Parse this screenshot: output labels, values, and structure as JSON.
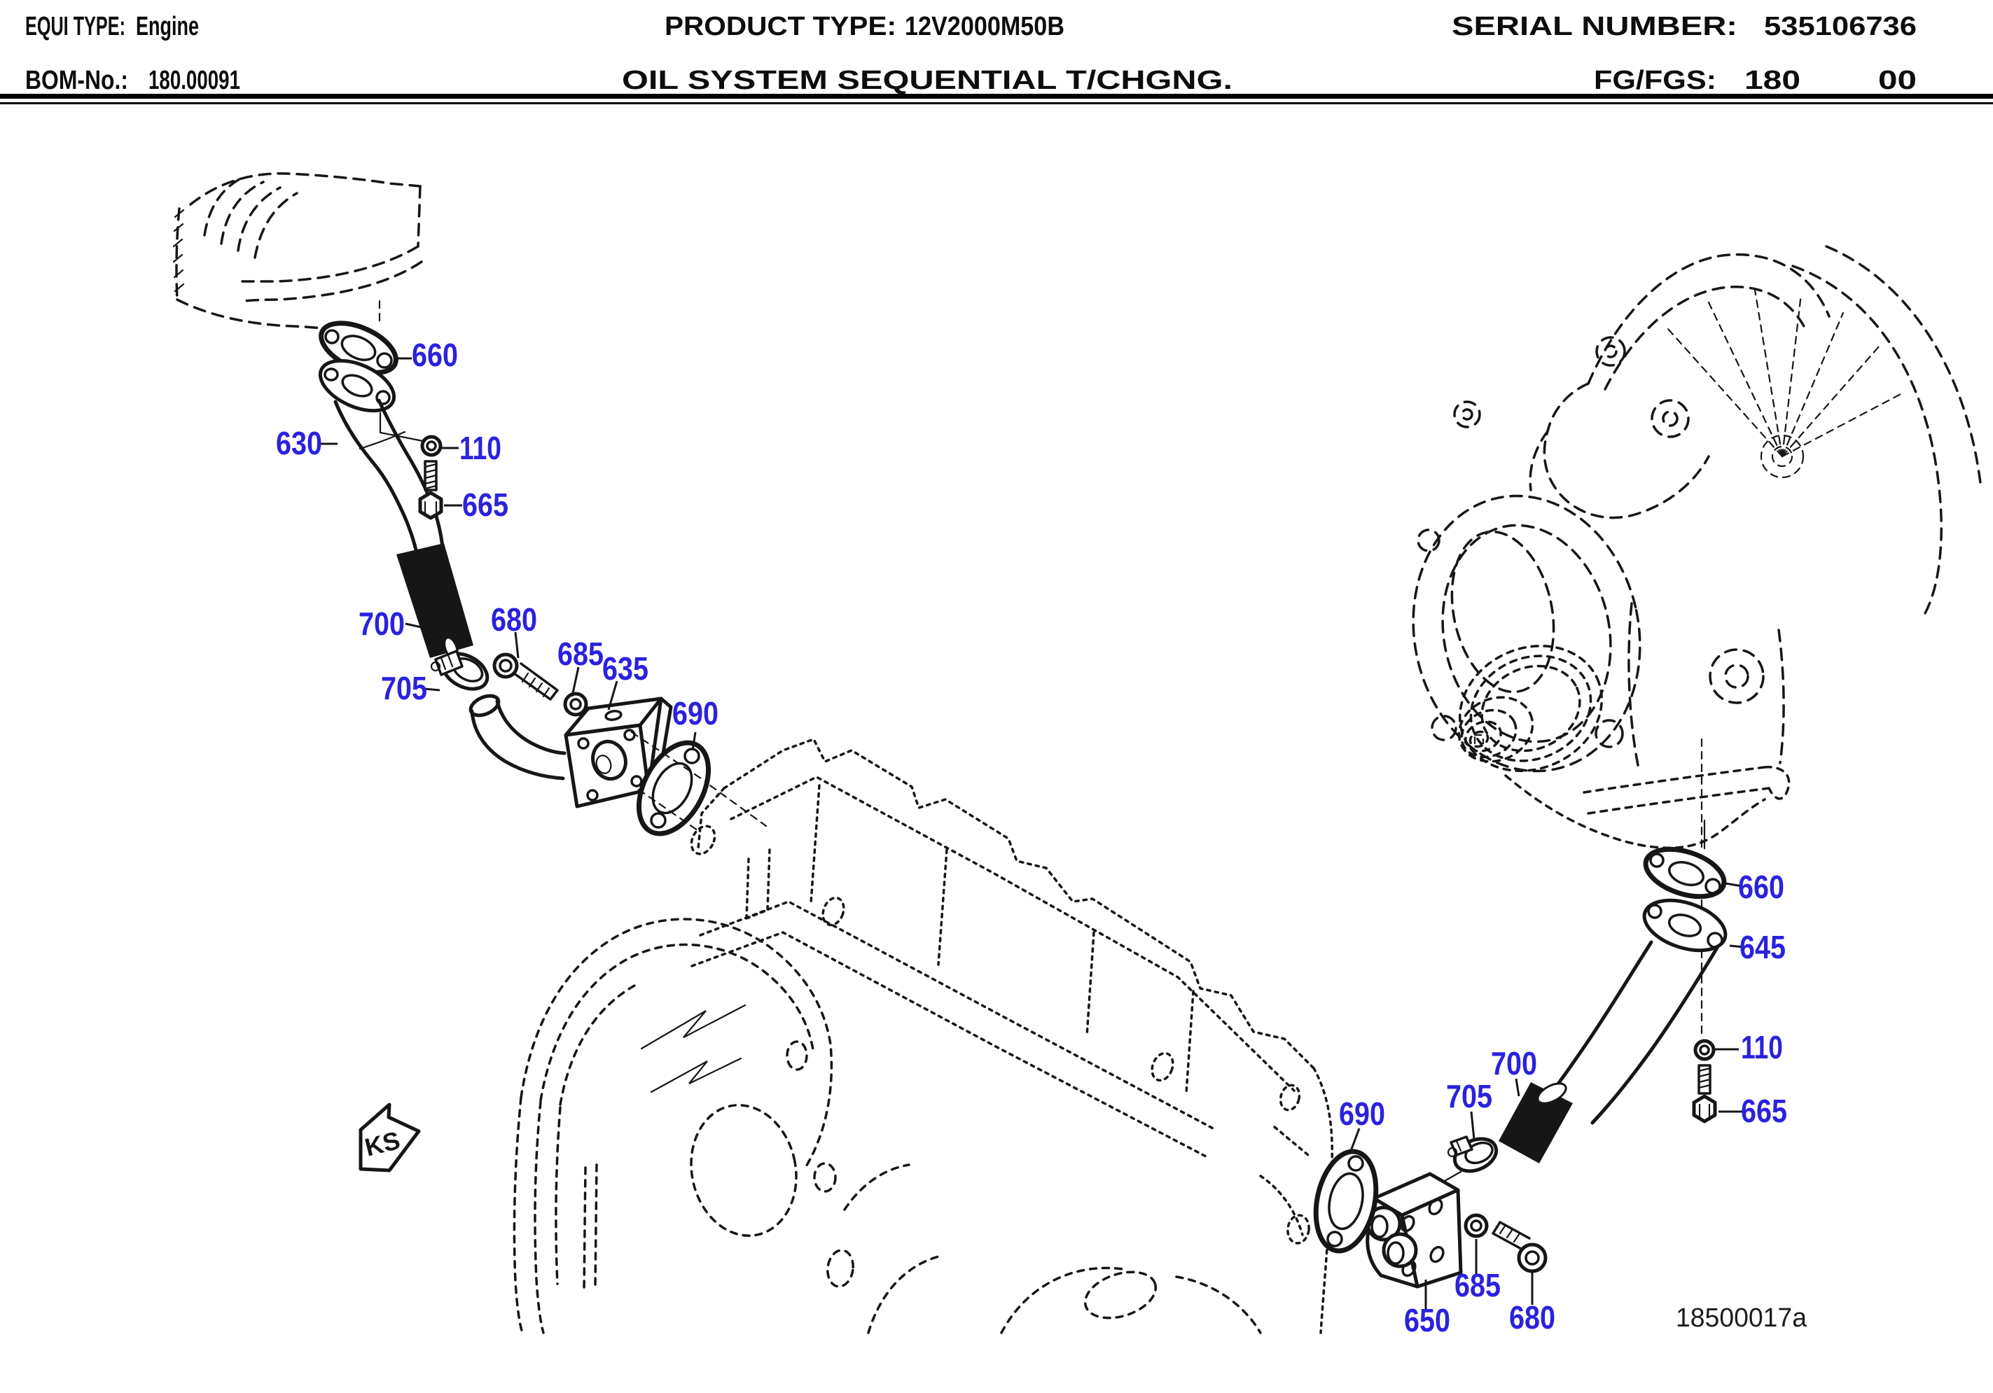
{
  "header": {
    "equi_type_label": "EQUI TYPE:",
    "equi_type_value": "Engine",
    "product_type_label": "PRODUCT TYPE:",
    "product_type_value": "12V2000M50B",
    "serial_number_label": "SERIAL NUMBER:",
    "serial_number_value": "535106736",
    "bom_label": "BOM-No.:",
    "bom_value": "180.00091",
    "subtitle": "OIL SYSTEM SEQUENTIAL T/CHGNG.",
    "fg_fgs_label": "FG/FGS:",
    "fg_fgs_value": "180",
    "fg_fgs_suffix": "00"
  },
  "diagram": {
    "view_marker": "KS",
    "drawing_number": "18500017a",
    "callout_color": "#2a22dd",
    "line_color": "#161616"
  },
  "callouts": [
    {
      "ref": "660",
      "side": "left",
      "text": "660"
    },
    {
      "ref": "630",
      "side": "left",
      "text": "630"
    },
    {
      "ref": "110",
      "side": "left",
      "text": "110"
    },
    {
      "ref": "665",
      "side": "left",
      "text": "665"
    },
    {
      "ref": "700",
      "side": "left",
      "text": "700"
    },
    {
      "ref": "705",
      "side": "left",
      "text": "705"
    },
    {
      "ref": "680",
      "side": "left",
      "text": "680"
    },
    {
      "ref": "685",
      "side": "left",
      "text": "685"
    },
    {
      "ref": "635",
      "side": "left",
      "text": "635"
    },
    {
      "ref": "690",
      "side": "left",
      "text": "690"
    },
    {
      "ref": "660",
      "side": "right",
      "text": "660"
    },
    {
      "ref": "645",
      "side": "right",
      "text": "645"
    },
    {
      "ref": "110",
      "side": "right",
      "text": "110"
    },
    {
      "ref": "665",
      "side": "right",
      "text": "665"
    },
    {
      "ref": "700",
      "side": "right",
      "text": "700"
    },
    {
      "ref": "705",
      "side": "right",
      "text": "705"
    },
    {
      "ref": "690",
      "side": "right",
      "text": "690"
    },
    {
      "ref": "685",
      "side": "right",
      "text": "685"
    },
    {
      "ref": "650",
      "side": "right",
      "text": "650"
    },
    {
      "ref": "680",
      "side": "right",
      "text": "680"
    }
  ]
}
